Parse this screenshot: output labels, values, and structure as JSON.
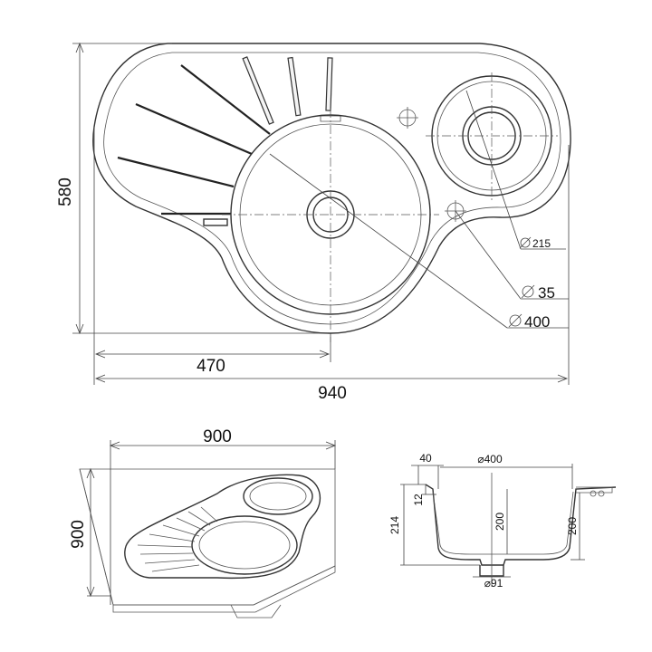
{
  "top_view": {
    "dim_height": "580",
    "dim_bowl_offset": "470",
    "dim_width": "940",
    "dia_outlet": "215",
    "dia_drain": "35",
    "dia_bowl": "400"
  },
  "perspective_view": {
    "dim_width": "900",
    "dim_depth": "900"
  },
  "section_view": {
    "dim_rim": "40",
    "dia_bowl": "⌀400",
    "dim_12": "12",
    "dim_214": "214",
    "dim_200_inner": "200",
    "dim_200_outer": "200",
    "dia_91": "⌀91"
  },
  "diameter_symbol": "⌀"
}
